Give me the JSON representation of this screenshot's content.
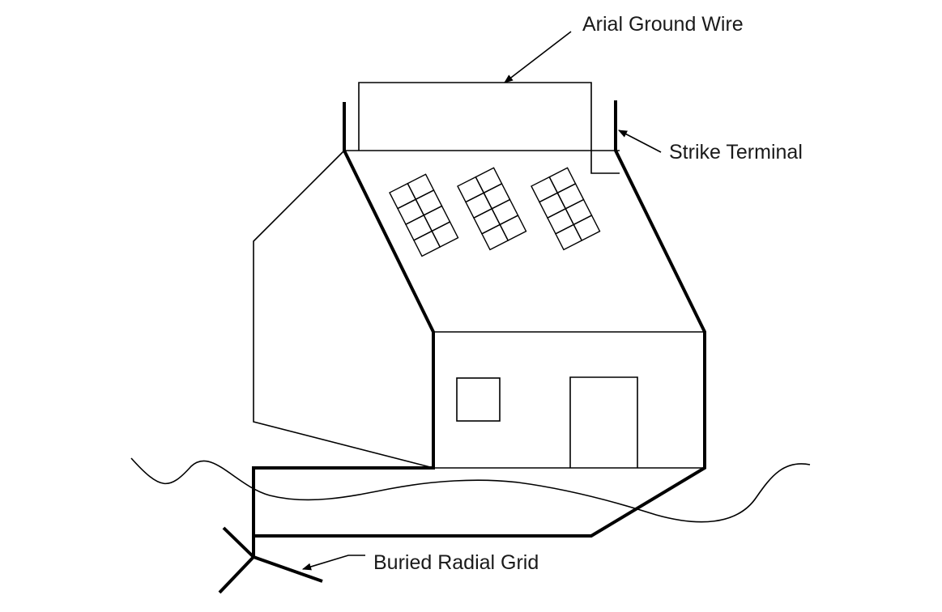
{
  "labels": {
    "aerial_ground_wire": "Arial Ground Wire",
    "strike_terminal": "Strike Terminal",
    "buried_radial_grid": "Buried Radial Grid"
  },
  "solar_panels": [
    {
      "rows": 4,
      "cols": 2
    },
    {
      "rows": 4,
      "cols": 2
    },
    {
      "rows": 4,
      "cols": 2
    }
  ],
  "colors": {
    "line": "#000000",
    "text": "#1a1a1a",
    "background": "#ffffff"
  }
}
